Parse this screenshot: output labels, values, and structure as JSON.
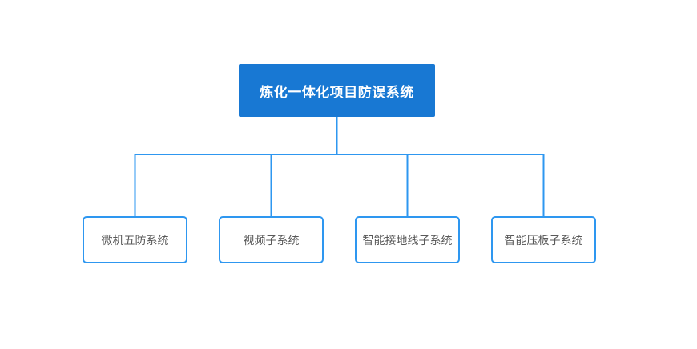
{
  "diagram": {
    "type": "org-tree",
    "root": {
      "label": "炼化一体化项目防误系统"
    },
    "children": [
      {
        "label": "微机五防系统"
      },
      {
        "label": "视频子系统"
      },
      {
        "label": "智能接地线子系统"
      },
      {
        "label": "智能压板子系统"
      }
    ]
  },
  "colors": {
    "root_fill": "#1878d3",
    "root_text": "#ffffff",
    "line": "#2e97f0",
    "child_text": "#595959",
    "canvas_bg": "#ffffff"
  }
}
